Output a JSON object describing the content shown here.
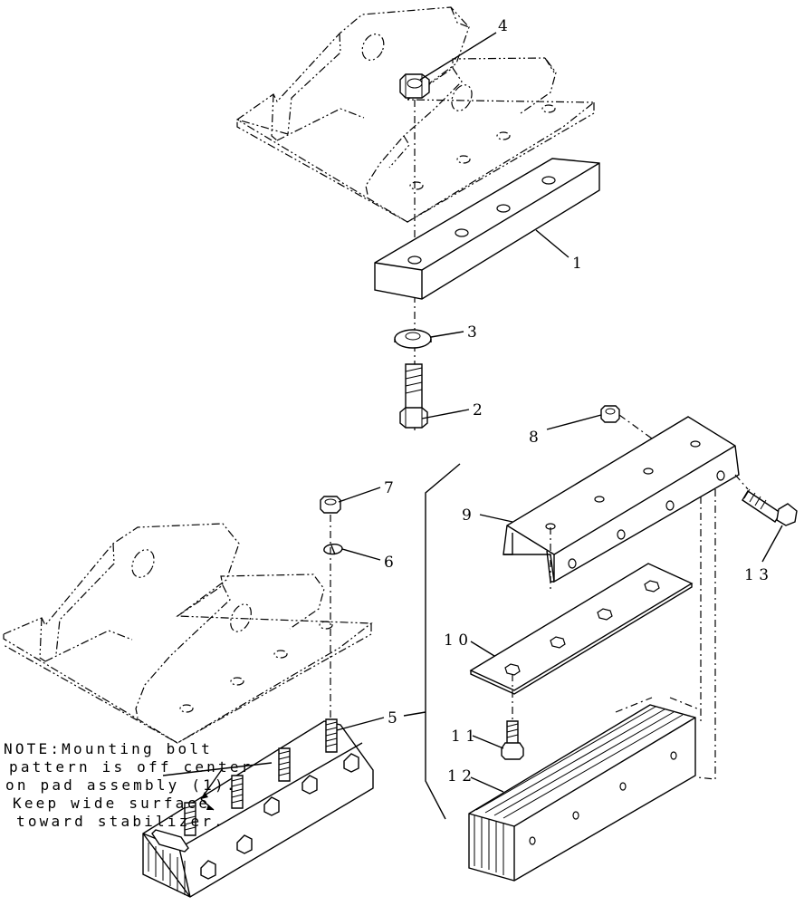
{
  "callouts": {
    "c1": "1",
    "c2": "2",
    "c3": "3",
    "c4": "4",
    "c5": "5",
    "c6": "6",
    "c7": "7",
    "c8": "8",
    "c9": "9",
    "c10": "1 0",
    "c11": "1 1",
    "c12": "1 2",
    "c13": "1 3"
  },
  "note": {
    "line1": "NOTE:Mounting bolt",
    "line2": "pattern is off center",
    "line3": "on pad assembly (1).",
    "line4": "Keep wide surface",
    "line5": "toward stabilizer."
  }
}
